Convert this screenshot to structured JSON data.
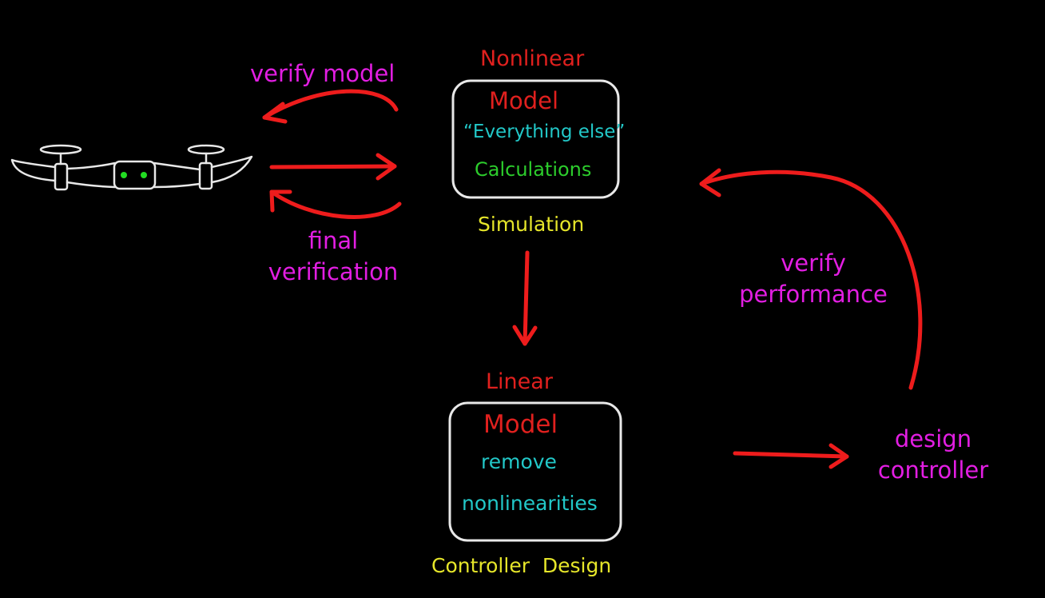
{
  "colors": {
    "background": "#000000",
    "arrow": "#ee1c1c",
    "outline": "#e8e8e8",
    "drone_eyes": "#22dd22",
    "process_label": "#e21ee2",
    "model_label": "#e0201e",
    "stage_label": "#e6e62a",
    "note_cyan": "#22c8c8",
    "note_green": "#2ccc2c"
  },
  "drone": {
    "icon": "quadcopter-drone-icon"
  },
  "labels": {
    "verify_model": "verify model",
    "final_verification_line1": "final",
    "final_verification_line2": "verification",
    "verify_performance_line1": "verify",
    "verify_performance_line2": "performance",
    "design_controller_line1": "design",
    "design_controller_line2": "controller"
  },
  "nonlinear_model": {
    "heading": "Nonlinear",
    "title": "Model",
    "line1": "“Everything else”",
    "line2": "Calculations",
    "caption": "Simulation"
  },
  "linear_model": {
    "heading": "Linear",
    "title": "Model",
    "line1": "remove",
    "line2": "nonlinearities",
    "caption": "Controller  Design"
  }
}
